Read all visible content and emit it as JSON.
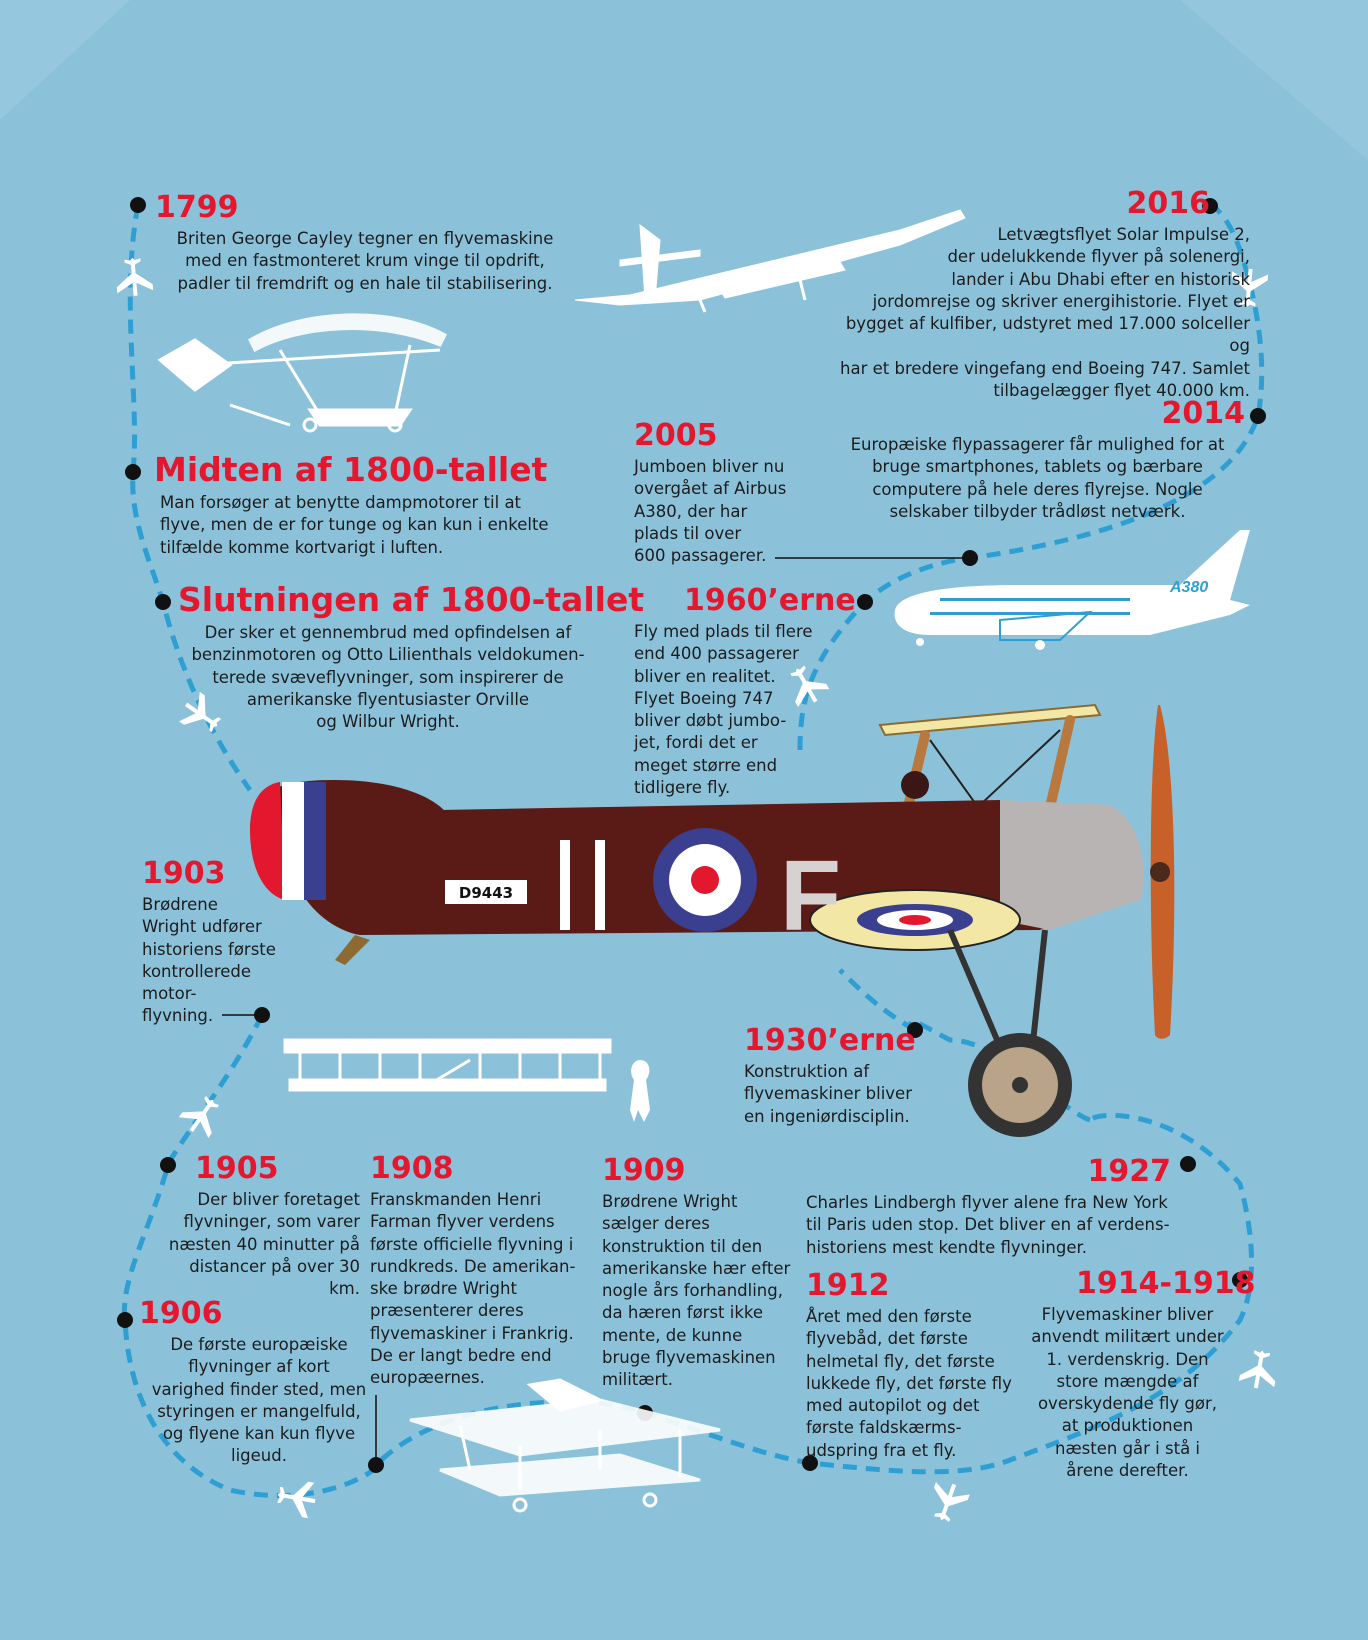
{
  "colors": {
    "background": "#8fc6dd",
    "year_red": "#e3172e",
    "route_dash": "#2f9fd3",
    "body_text": "#1c1c1c",
    "fuselage": "#5a1a16",
    "white_art": "#ffffff"
  },
  "timeline": [
    {
      "id": "1799",
      "year": "1799",
      "text": "Briten George Cayley tegner en flyvemaskine\nmed en fastmonteret krum vinge til opdrift,\npadler til fremdrift og en hale til stabilisering."
    },
    {
      "id": "mid1800",
      "year": "Midten af 1800-tallet",
      "text": "Man forsøger at benytte dampmotorer til at\nflyve, men de er for tunge og kan kun i enkelte\ntilfælde komme kortvarigt i luften."
    },
    {
      "id": "late1800",
      "year": "Slutningen af 1800-tallet",
      "text": "Der sker et gennembrud med opfindelsen af\nbenzinmotoren og Otto Lilienthals veldokumen-\nterede svæveflyvninger, som inspirerer de\namerikanske flyentusiaster Orville\nog Wilbur Wright."
    },
    {
      "id": "1903",
      "year": "1903",
      "text": "Brødrene\nWright udfører\nhistoriens første\nkontrollerede\nmotor-\nflyvning."
    },
    {
      "id": "1905",
      "year": "1905",
      "text": "Der bliver foretaget\nflyvninger, som varer\nnæsten 40 minutter på\ndistancer på over 30 km."
    },
    {
      "id": "1906",
      "year": "1906",
      "text": "De første europæiske\nflyvninger af kort\nvarighed finder sted, men\nstyringen er mangelfuld,\nog flyene kan kun flyve\nligeud."
    },
    {
      "id": "1908",
      "year": "1908",
      "text": "Franskmanden Henri\nFarman flyver verdens\nførste officielle flyvning i\nrundkreds. De amerikan-\nske brødre Wright\npræsenterer deres\nflyvemaskiner i Frankrig.\nDe er langt bedre end\neuropæernes."
    },
    {
      "id": "1909",
      "year": "1909",
      "text": "Brødrene Wright\nsælger deres\nkonstruktion til den\namerikanske hær efter\nnogle års forhandling,\nda hæren først ikke\nmente, de kunne\nbruge flyvemaskinen\nmilitært."
    },
    {
      "id": "1912",
      "year": "1912",
      "text": "Året med den første\nflyvebåd, det første\nhelmetal fly, det første\nlukkede fly, det første fly\nmed autopilot og det\nførste faldskærms-\nudspring fra et fly."
    },
    {
      "id": "1927",
      "year": "1927",
      "text": "Charles Lindbergh flyver alene fra New York\ntil Paris uden stop. Det bliver en af verdens-\nhistoriens mest kendte flyvninger."
    },
    {
      "id": "1914",
      "year": "1914-1918",
      "text": "Flyvemaskiner bliver\nanvendt militært under\n1. verdenskrig. Den\nstore mængde af\noverskydende fly gør,\nat produktionen\nnæsten går i stå i\nårene derefter."
    },
    {
      "id": "1930",
      "year": "1930’erne",
      "text": "Konstruktion af\nflyvemaskiner bliver\nen ingeniørdisciplin."
    },
    {
      "id": "1960",
      "year": "1960’erne",
      "text": "Fly med plads til flere\nend 400 passagerer\nbliver en realitet.\nFlyet Boeing 747\nbliver døbt jumbo-\njet, fordi det er\nmeget større end\ntidligere fly."
    },
    {
      "id": "2005",
      "year": "2005",
      "text": "Jumboen bliver nu\novergået af Airbus\nA380, der har\nplads til over\n600 passagerer."
    },
    {
      "id": "2014",
      "year": "2014",
      "text": "Europæiske flypassagerer får mulighed for at\nbruge smartphones, tablets og bærbare\ncomputere på hele deres flyrejse. Nogle\nselskaber tilbyder trådløst netværk."
    },
    {
      "id": "2016",
      "year": "2016",
      "text": "Letvægtsflyet Solar Impulse 2,\nder udelukkende flyver på solenergi,\nlander i Abu Dhabi efter en historisk\njordomrejse og skriver energihistorie. Flyet er\nbygget af kulfiber, udstyret med 17.000 solceller og\nhar et bredere vingefang end Boeing 747. Samlet\ntilbagelægger flyet 40.000 km."
    }
  ],
  "illustration": {
    "biplane_serial": "D9443",
    "biplane_code": "F",
    "a380_label": "A380"
  }
}
